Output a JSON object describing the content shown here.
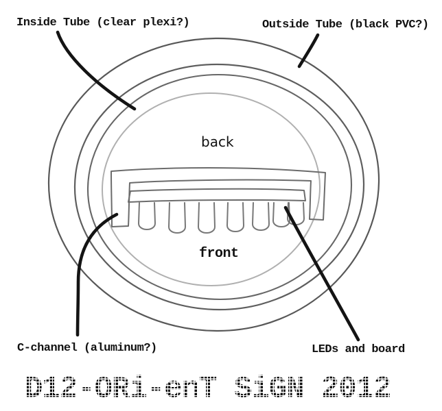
{
  "diagram": {
    "labels": {
      "inside_tube": "Inside Tube (clear plexi?)",
      "outside_tube": "Outside Tube (black PVC?)",
      "back": "back",
      "front": "front",
      "c_channel": "C-channel (aluminum?)",
      "leds_board": "LEDs and board"
    },
    "led_count": 7,
    "colors": {
      "pencil": "#6b6b6b",
      "pencil_dark": "#585858",
      "pencil_light": "#b0b0b0",
      "annotation_ink": "#141414",
      "background": "#ffffff",
      "title_ink": "#0d0d0d"
    }
  },
  "title": "D12-ORi-enT SiGN 2012"
}
